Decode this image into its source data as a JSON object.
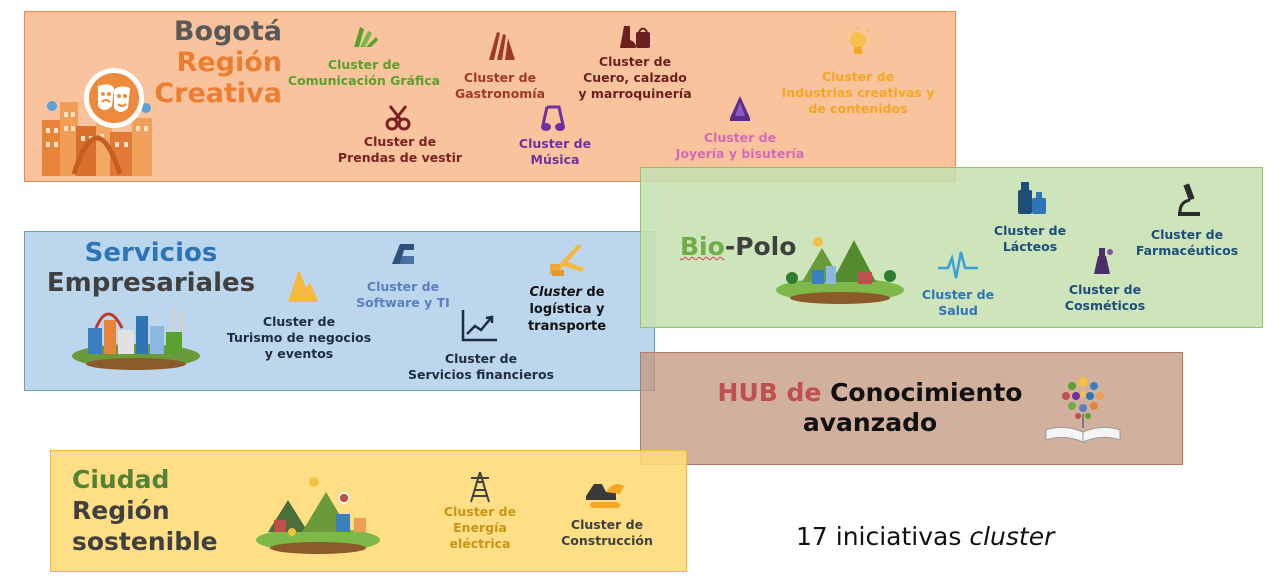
{
  "bogota": {
    "title_line1": "Bogotá",
    "title_line2": "Región",
    "title_line3": "Creativa",
    "clusters": {
      "comunicacion": [
        "Cluster de",
        "Comunicación Gráfica"
      ],
      "gastronomia": [
        "Cluster de",
        "Gastronomía"
      ],
      "cuero": [
        "Cluster de",
        "Cuero, calzado",
        "y marroquinería"
      ],
      "industrias": [
        "Cluster de",
        "Industrias creativas y",
        "de contenidos"
      ],
      "prendas": [
        "Cluster de",
        "Prendas de vestir"
      ],
      "musica": [
        "Cluster de",
        "Música"
      ],
      "joyeria": [
        "Cluster de",
        "Joyería y bisutería"
      ]
    }
  },
  "servicios": {
    "title_line1": "Servicios",
    "title_line2": "Empresariales",
    "clusters": {
      "software": [
        "Cluster de",
        "Software y TI"
      ],
      "turismo": [
        "Cluster de",
        "Turismo de negocios",
        "y eventos"
      ],
      "financieros": [
        "Cluster de",
        "Servicios financieros"
      ],
      "logistica": {
        "italic": "Cluster",
        "rest1": " de",
        "line2": "logística y",
        "line3": "transporte"
      }
    }
  },
  "biopolo": {
    "title_bio": "Bio",
    "title_polo": "-Polo",
    "clusters": {
      "lacteos": [
        "Cluster de",
        "Lácteos"
      ],
      "farmaceuticos": [
        "Cluster de",
        "Farmacéuticos"
      ],
      "salud": [
        "Cluster de",
        "Salud"
      ],
      "cosmeticos": [
        "Cluster de",
        "Cosméticos"
      ]
    }
  },
  "hub": {
    "title_hub": "HUB de",
    "title_rest": " Conocimiento",
    "title_line2": "avanzado"
  },
  "ciudad": {
    "title_line1": "Ciudad",
    "title_line2": "Región",
    "title_line3": "sostenible",
    "clusters": {
      "energia": [
        "Cluster de",
        "Energía",
        "eléctrica"
      ],
      "construccion": [
        "Cluster de",
        "Construcción"
      ]
    }
  },
  "summary": {
    "number_text": "17 iniciativas ",
    "italic_text": "cluster"
  },
  "colors": {
    "bogota_title_dark": "#595959",
    "bogota_title_accent": "#ed7d31",
    "comunicacion": "#5aa02c",
    "gastronomia": "#9e3a26",
    "cuero": "#6b1f1f",
    "industrias": "#f5a623",
    "prendas": "#7b2020",
    "musica": "#7030a0",
    "joyeria": "#d36ab4",
    "servicios_blue": "#2e75b6",
    "servicios_gray": "#404040",
    "software": "#5b7fbf",
    "dark_text": "#1f2e3d",
    "bio_green": "#70ad47",
    "bio_blue": "#1f4e79",
    "hub_red": "#c0504d",
    "hub_black": "#111111",
    "ciudad_green": "#548235",
    "ciudad_gray": "#404040",
    "energia": "#c8941a",
    "construccion": "#404040"
  },
  "icons": [
    "book-pages-icon",
    "gastronomy-icon",
    "leather-goods-icon",
    "lightbulb-icon",
    "scissors-icon",
    "music-note-icon",
    "jewelry-icon",
    "masks-icon",
    "software-icon",
    "tourism-icon",
    "chart-icon",
    "airplane-icon",
    "milk-icon",
    "microscope-icon",
    "heartbeat-icon",
    "cosmetics-icon",
    "open-book-icon",
    "power-tower-icon",
    "excavator-icon"
  ]
}
